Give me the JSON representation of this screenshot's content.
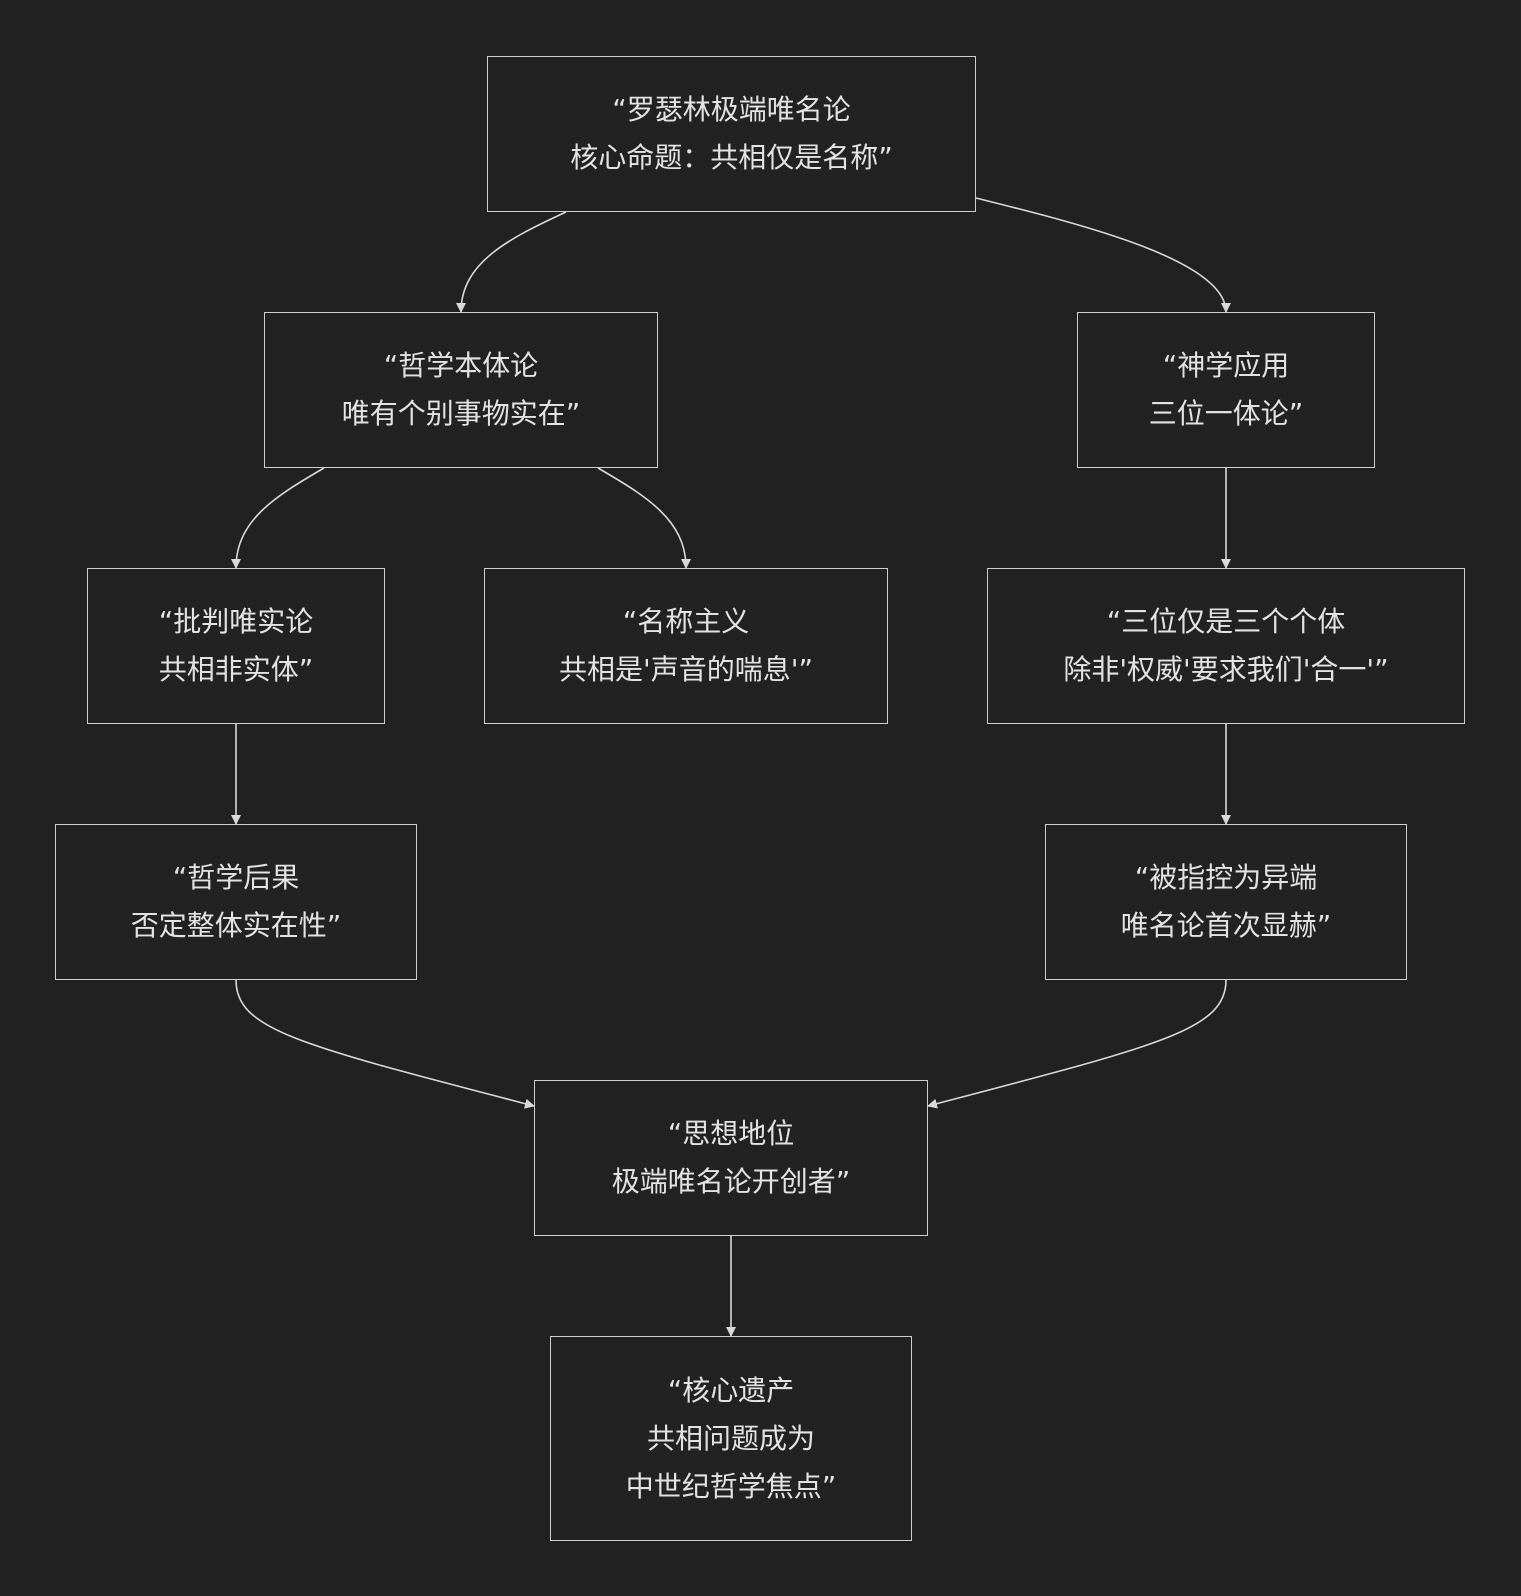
{
  "nodes": {
    "n1": {
      "lines": [
        "“罗瑟林极端唯名论",
        "核心命题：共相仅是名称”"
      ]
    },
    "n2": {
      "lines": [
        "“哲学本体论",
        "唯有个别事物实在”"
      ]
    },
    "n3": {
      "lines": [
        "“神学应用",
        "三位一体论”"
      ]
    },
    "n4": {
      "lines": [
        "“批判唯实论",
        "共相非实体”"
      ]
    },
    "n5": {
      "lines": [
        "“名称主义",
        "共相是'声音的喘息'”"
      ]
    },
    "n6": {
      "lines": [
        "“三位仅是三个个体",
        "除非'权威'要求我们'合一'”"
      ]
    },
    "n7": {
      "lines": [
        "“哲学后果",
        "否定整体实在性”"
      ]
    },
    "n8": {
      "lines": [
        "“被指控为异端",
        "唯名论首次显赫”"
      ]
    },
    "n9": {
      "lines": [
        "“思想地位",
        "极端唯名论开创者”"
      ]
    },
    "n10": {
      "lines": [
        "“核心遗产",
        "共相问题成为",
        "中世纪哲学焦点”"
      ]
    }
  },
  "edges": [
    {
      "from": "n1",
      "to": "n2"
    },
    {
      "from": "n1",
      "to": "n3"
    },
    {
      "from": "n2",
      "to": "n4"
    },
    {
      "from": "n2",
      "to": "n5"
    },
    {
      "from": "n3",
      "to": "n6"
    },
    {
      "from": "n4",
      "to": "n7"
    },
    {
      "from": "n6",
      "to": "n8"
    },
    {
      "from": "n7",
      "to": "n9"
    },
    {
      "from": "n8",
      "to": "n9"
    },
    {
      "from": "n9",
      "to": "n10"
    }
  ],
  "colors": {
    "background": "#212121",
    "border": "#cfcfcf",
    "text": "#e3e3e3",
    "edge": "#d9d9d9"
  }
}
